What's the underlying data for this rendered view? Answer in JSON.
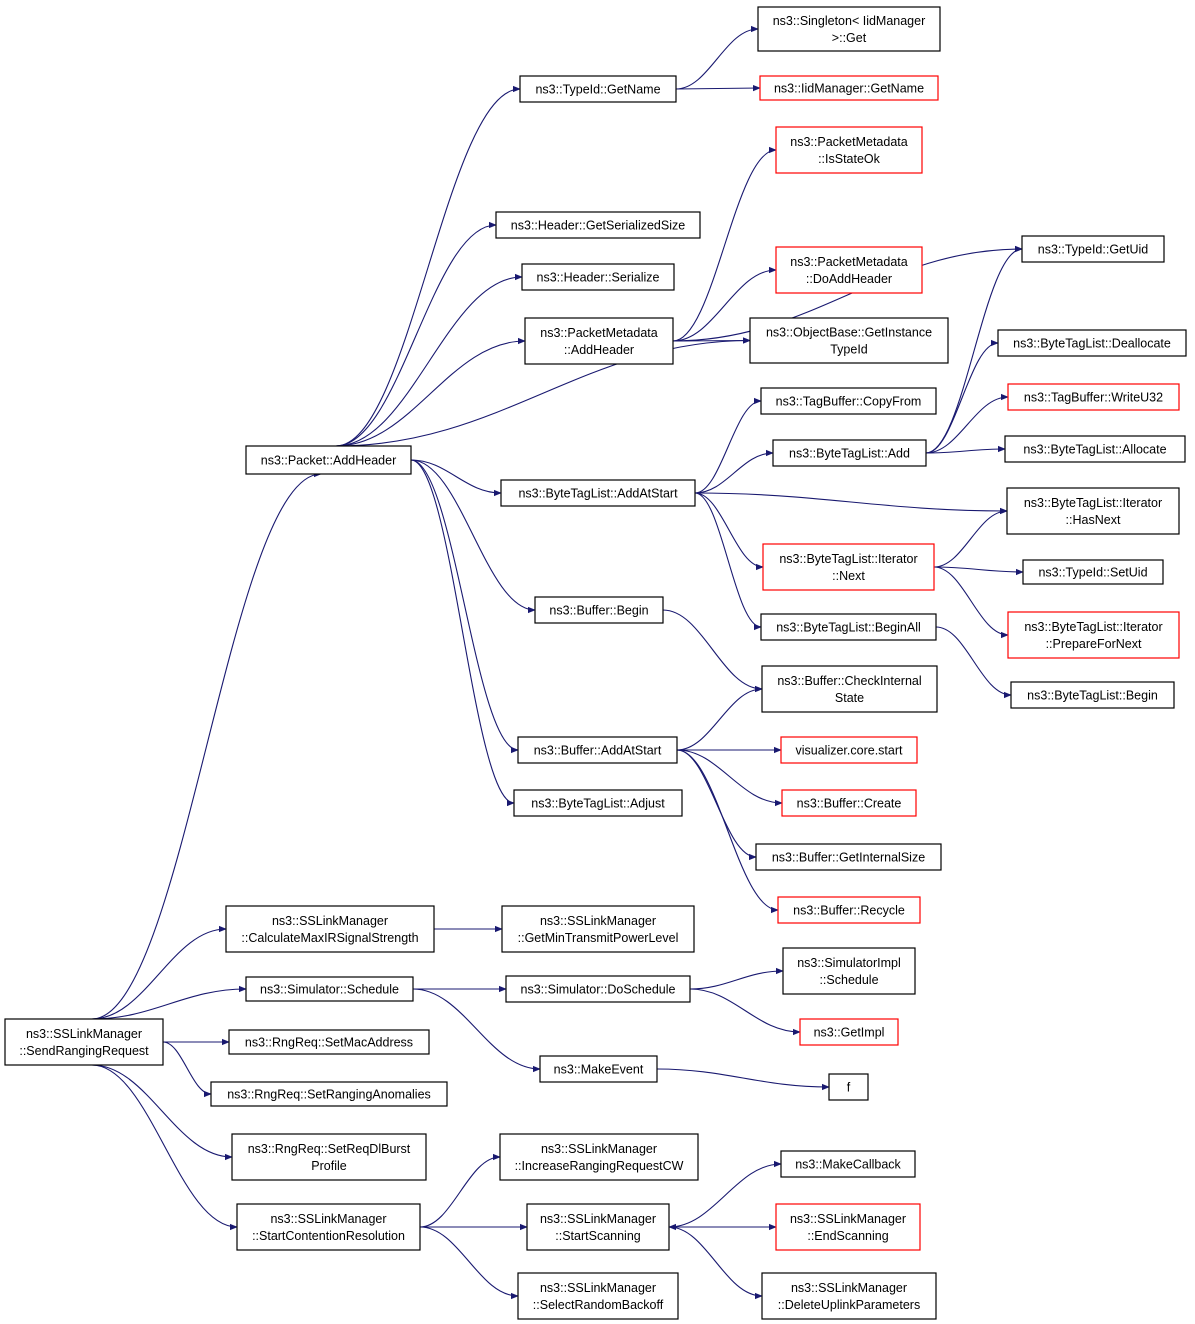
{
  "colors": {
    "edge": "#191970",
    "border_normal": "#000000",
    "border_red": "#ff0000",
    "root_fill": "#bfbfbf"
  },
  "nodes": {
    "root": [
      "ns3::SSLinkManager",
      "::SendRangingRequest"
    ],
    "add_header": [
      "ns3::Packet::AddHeader"
    ],
    "calc_max": [
      "ns3::SSLinkManager",
      "::CalculateMaxIRSignalStrength"
    ],
    "sim_schedule": [
      "ns3::Simulator::Schedule"
    ],
    "set_mac": [
      "ns3::RngReq::SetMacAddress"
    ],
    "set_anom": [
      "ns3::RngReq::SetRangingAnomalies"
    ],
    "set_dl": [
      "ns3::RngReq::SetReqDlBurst",
      "Profile"
    ],
    "start_cr": [
      "ns3::SSLinkManager",
      "::StartContentionResolution"
    ],
    "typeid_getname": [
      "ns3::TypeId::GetName"
    ],
    "singleton_get": [
      "ns3::Singleton< IidManager",
      ">::Get"
    ],
    "iid_getname": [
      "ns3::IidManager::GetName"
    ],
    "pm_isstateok": [
      "ns3::PacketMetadata",
      "::IsStateOk"
    ],
    "hdr_size": [
      "ns3::Header::GetSerializedSize"
    ],
    "typeid_getuid": [
      "ns3::TypeId::GetUid"
    ],
    "hdr_ser": [
      "ns3::Header::Serialize"
    ],
    "pm_doadd": [
      "ns3::PacketMetadata",
      "::DoAddHeader"
    ],
    "pm_addheader": [
      "ns3::PacketMetadata",
      "::AddHeader"
    ],
    "ob_getinst": [
      "ns3::ObjectBase::GetInstance",
      "TypeId"
    ],
    "btl_dealloc": [
      "ns3::ByteTagList::Deallocate"
    ],
    "tb_writeu32": [
      "ns3::TagBuffer::WriteU32"
    ],
    "tb_copyfrom": [
      "ns3::TagBuffer::CopyFrom"
    ],
    "btl_add": [
      "ns3::ByteTagList::Add"
    ],
    "btl_alloc": [
      "ns3::ByteTagList::Allocate"
    ],
    "btl_addatstart": [
      "ns3::ByteTagList::AddAtStart"
    ],
    "btli_hasnext": [
      "ns3::ByteTagList::Iterator",
      "::HasNext"
    ],
    "btli_next": [
      "ns3::ByteTagList::Iterator",
      "::Next"
    ],
    "typeid_setuid": [
      "ns3::TypeId::SetUid"
    ],
    "buf_begin": [
      "ns3::Buffer::Begin"
    ],
    "btl_beginall": [
      "ns3::ByteTagList::BeginAll"
    ],
    "btli_prep": [
      "ns3::ByteTagList::Iterator",
      "::PrepareForNext"
    ],
    "buf_check": [
      "ns3::Buffer::CheckInternal",
      "State"
    ],
    "btl_begin": [
      "ns3::ByteTagList::Begin"
    ],
    "buf_addatstart": [
      "ns3::Buffer::AddAtStart"
    ],
    "vis_start": [
      "visualizer.core.start"
    ],
    "btl_adjust": [
      "ns3::ByteTagList::Adjust"
    ],
    "buf_create": [
      "ns3::Buffer::Create"
    ],
    "buf_getsize": [
      "ns3::Buffer::GetInternalSize"
    ],
    "buf_recycle": [
      "ns3::Buffer::Recycle"
    ],
    "get_min_tx": [
      "ns3::SSLinkManager",
      "::GetMinTransmitPowerLevel"
    ],
    "sim_dosched": [
      "ns3::Simulator::DoSchedule"
    ],
    "simimpl_sched": [
      "ns3::SimulatorImpl",
      "::Schedule"
    ],
    "get_impl": [
      "ns3::GetImpl"
    ],
    "make_event": [
      "ns3::MakeEvent"
    ],
    "f": [
      "f"
    ],
    "inc_cw": [
      "ns3::SSLinkManager",
      "::IncreaseRangingRequestCW"
    ],
    "make_cb": [
      "ns3::MakeCallback"
    ],
    "start_scan": [
      "ns3::SSLinkManager",
      "::StartScanning"
    ],
    "end_scan": [
      "ns3::SSLinkManager",
      "::EndScanning"
    ],
    "sel_backoff": [
      "ns3::SSLinkManager",
      "::SelectRandomBackoff"
    ],
    "del_uplink": [
      "ns3::SSLinkManager",
      "::DeleteUplinkParameters"
    ]
  }
}
